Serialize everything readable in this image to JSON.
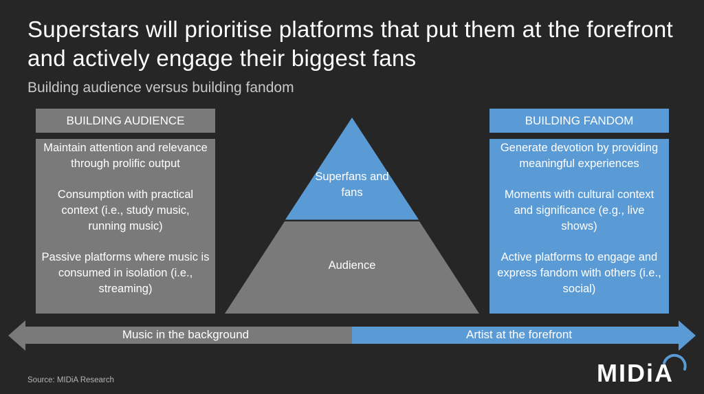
{
  "title": "Superstars will prioritise platforms that put them at the forefront and actively engage their biggest fans",
  "subtitle": "Building audience versus building fandom",
  "left": {
    "header": "BUILDING AUDIENCE",
    "items": [
      "Maintain attention and relevance through prolific output",
      "Consumption with practical context (i.e., study music, running music)",
      "Passive platforms where music is consumed in isolation (i.e., streaming)"
    ]
  },
  "right": {
    "header": "BUILDING FANDOM",
    "items": [
      "Generate devotion by providing meaningful experiences",
      "Moments with cultural context and significance (e.g., live shows)",
      "Active platforms to engage and express fandom with others (i.e., social)"
    ]
  },
  "pyramid": {
    "top_label": "Superfans and fans",
    "bottom_label": "Audience"
  },
  "arrow": {
    "left_label": "Music in the background",
    "right_label": "Artist at the forefront"
  },
  "source": "Source: MIDiA Research",
  "logo": "MIDiA",
  "colors": {
    "background": "#262626",
    "grey": "#7a7a7a",
    "blue": "#5b9bd5"
  }
}
